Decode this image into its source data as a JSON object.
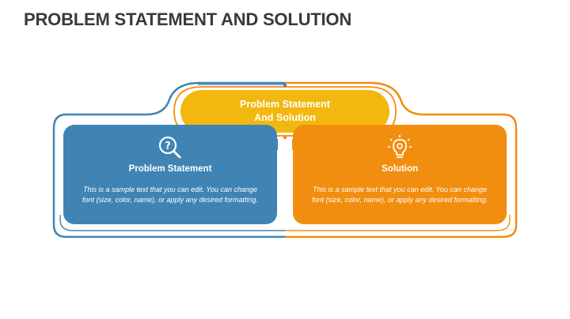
{
  "page": {
    "title": "PROBLEM STATEMENT AND SOLUTION"
  },
  "diagram": {
    "center_label_line1": "Problem Statement",
    "center_label_line2": "And Solution",
    "left": {
      "icon": "question-magnifier-icon",
      "heading": "Problem Statement",
      "body": "This is a sample text that you can edit. You can change font (size, color, name), or apply any desired formatting."
    },
    "right": {
      "icon": "lightbulb-gear-icon",
      "heading": "Solution",
      "body": "This is a sample text that you can edit. You can change font (size, color, name), or apply any desired formatting."
    },
    "colors": {
      "blue": "#3f84b4",
      "orange": "#f28e0f",
      "yellow": "#f2b80f",
      "title": "#3a3a3a"
    }
  }
}
